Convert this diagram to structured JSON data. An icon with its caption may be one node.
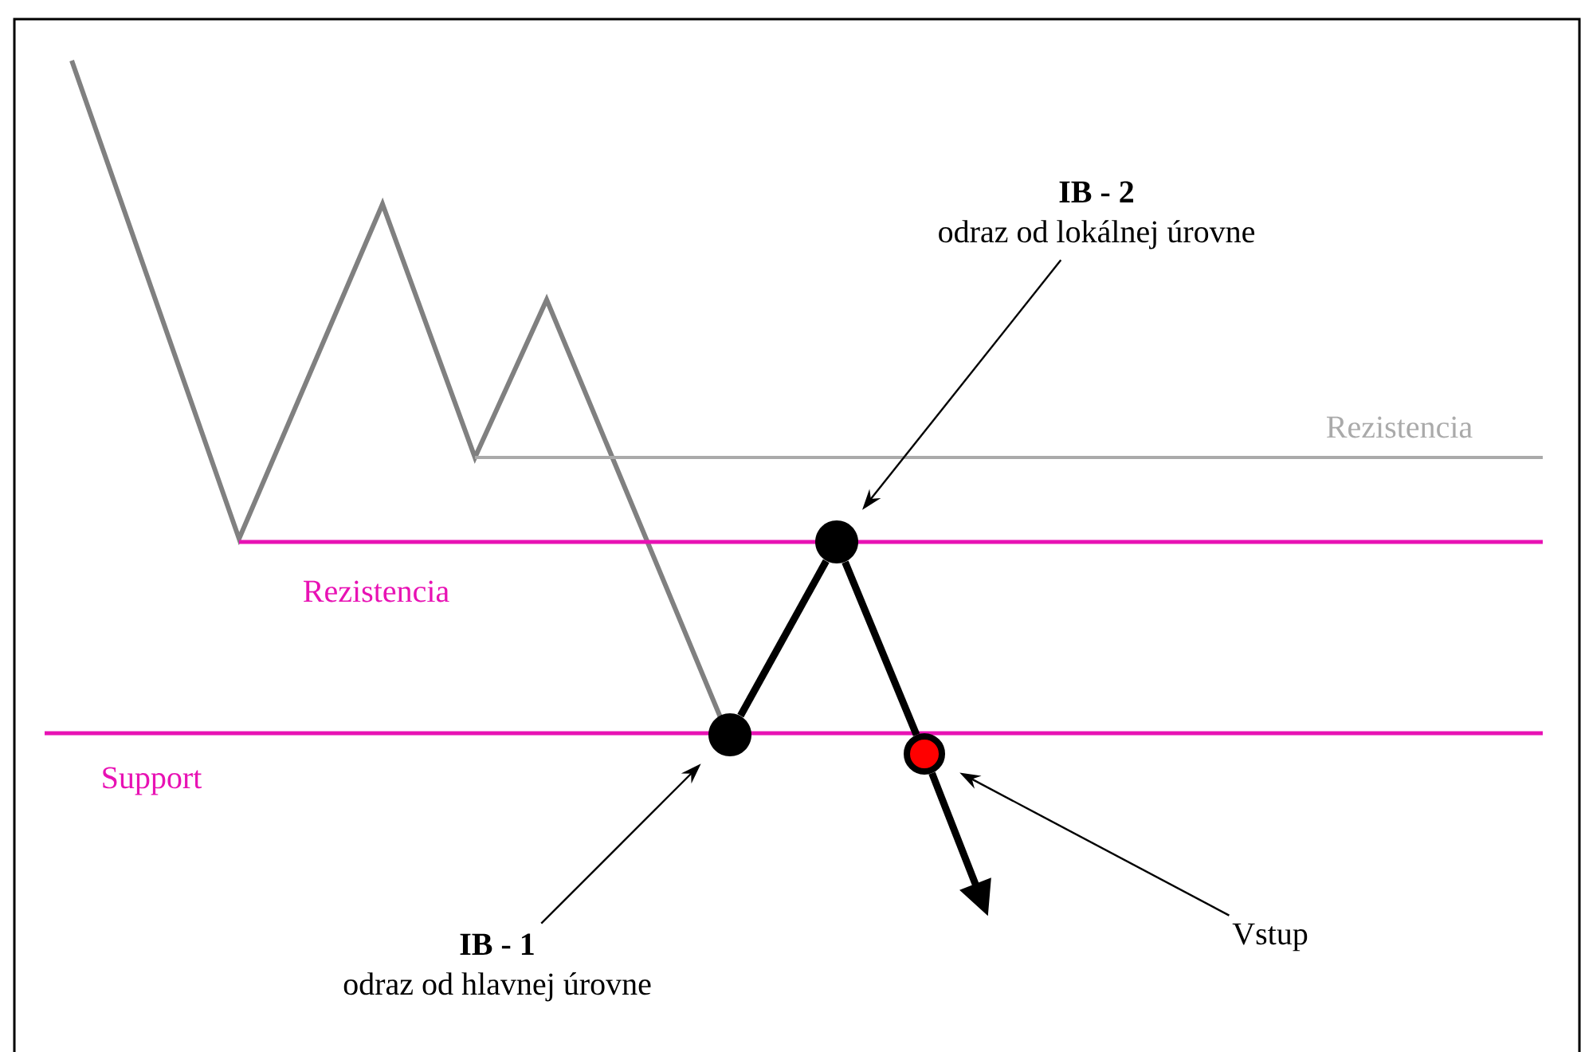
{
  "diagram": {
    "nodes": [
      {
        "text": [
          "IB - 2",
          "odraz od lokálnej úrovne"
        ]
      },
      {
        "text": [],
        "shape": "circle"
      },
      {
        "text": [],
        "shape": "circle"
      },
      {
        "text": [],
        "shape": "circle"
      },
      {
        "text": [
          "IB - 1",
          "odraz od hlavnej úrovne"
        ]
      },
      {
        "text": [
          "Vstup"
        ]
      }
    ],
    "edges": [
      {
        "from": 0,
        "to": 1,
        "arrow": "to"
      },
      {
        "from": 4,
        "to": 2,
        "arrow": "to"
      },
      {
        "from": 5,
        "to": 3,
        "arrow": "to"
      },
      {
        "from": 2,
        "to": 1,
        "arrow": "none",
        "style": "thick"
      },
      {
        "from": 1,
        "to": 3,
        "arrow": "none",
        "style": "thick"
      },
      {
        "from": 3,
        "to": null,
        "arrow": "to",
        "style": "thick"
      }
    ],
    "labels": [
      "Rezistencia",
      "Rezistencia",
      "Support"
    ]
  }
}
